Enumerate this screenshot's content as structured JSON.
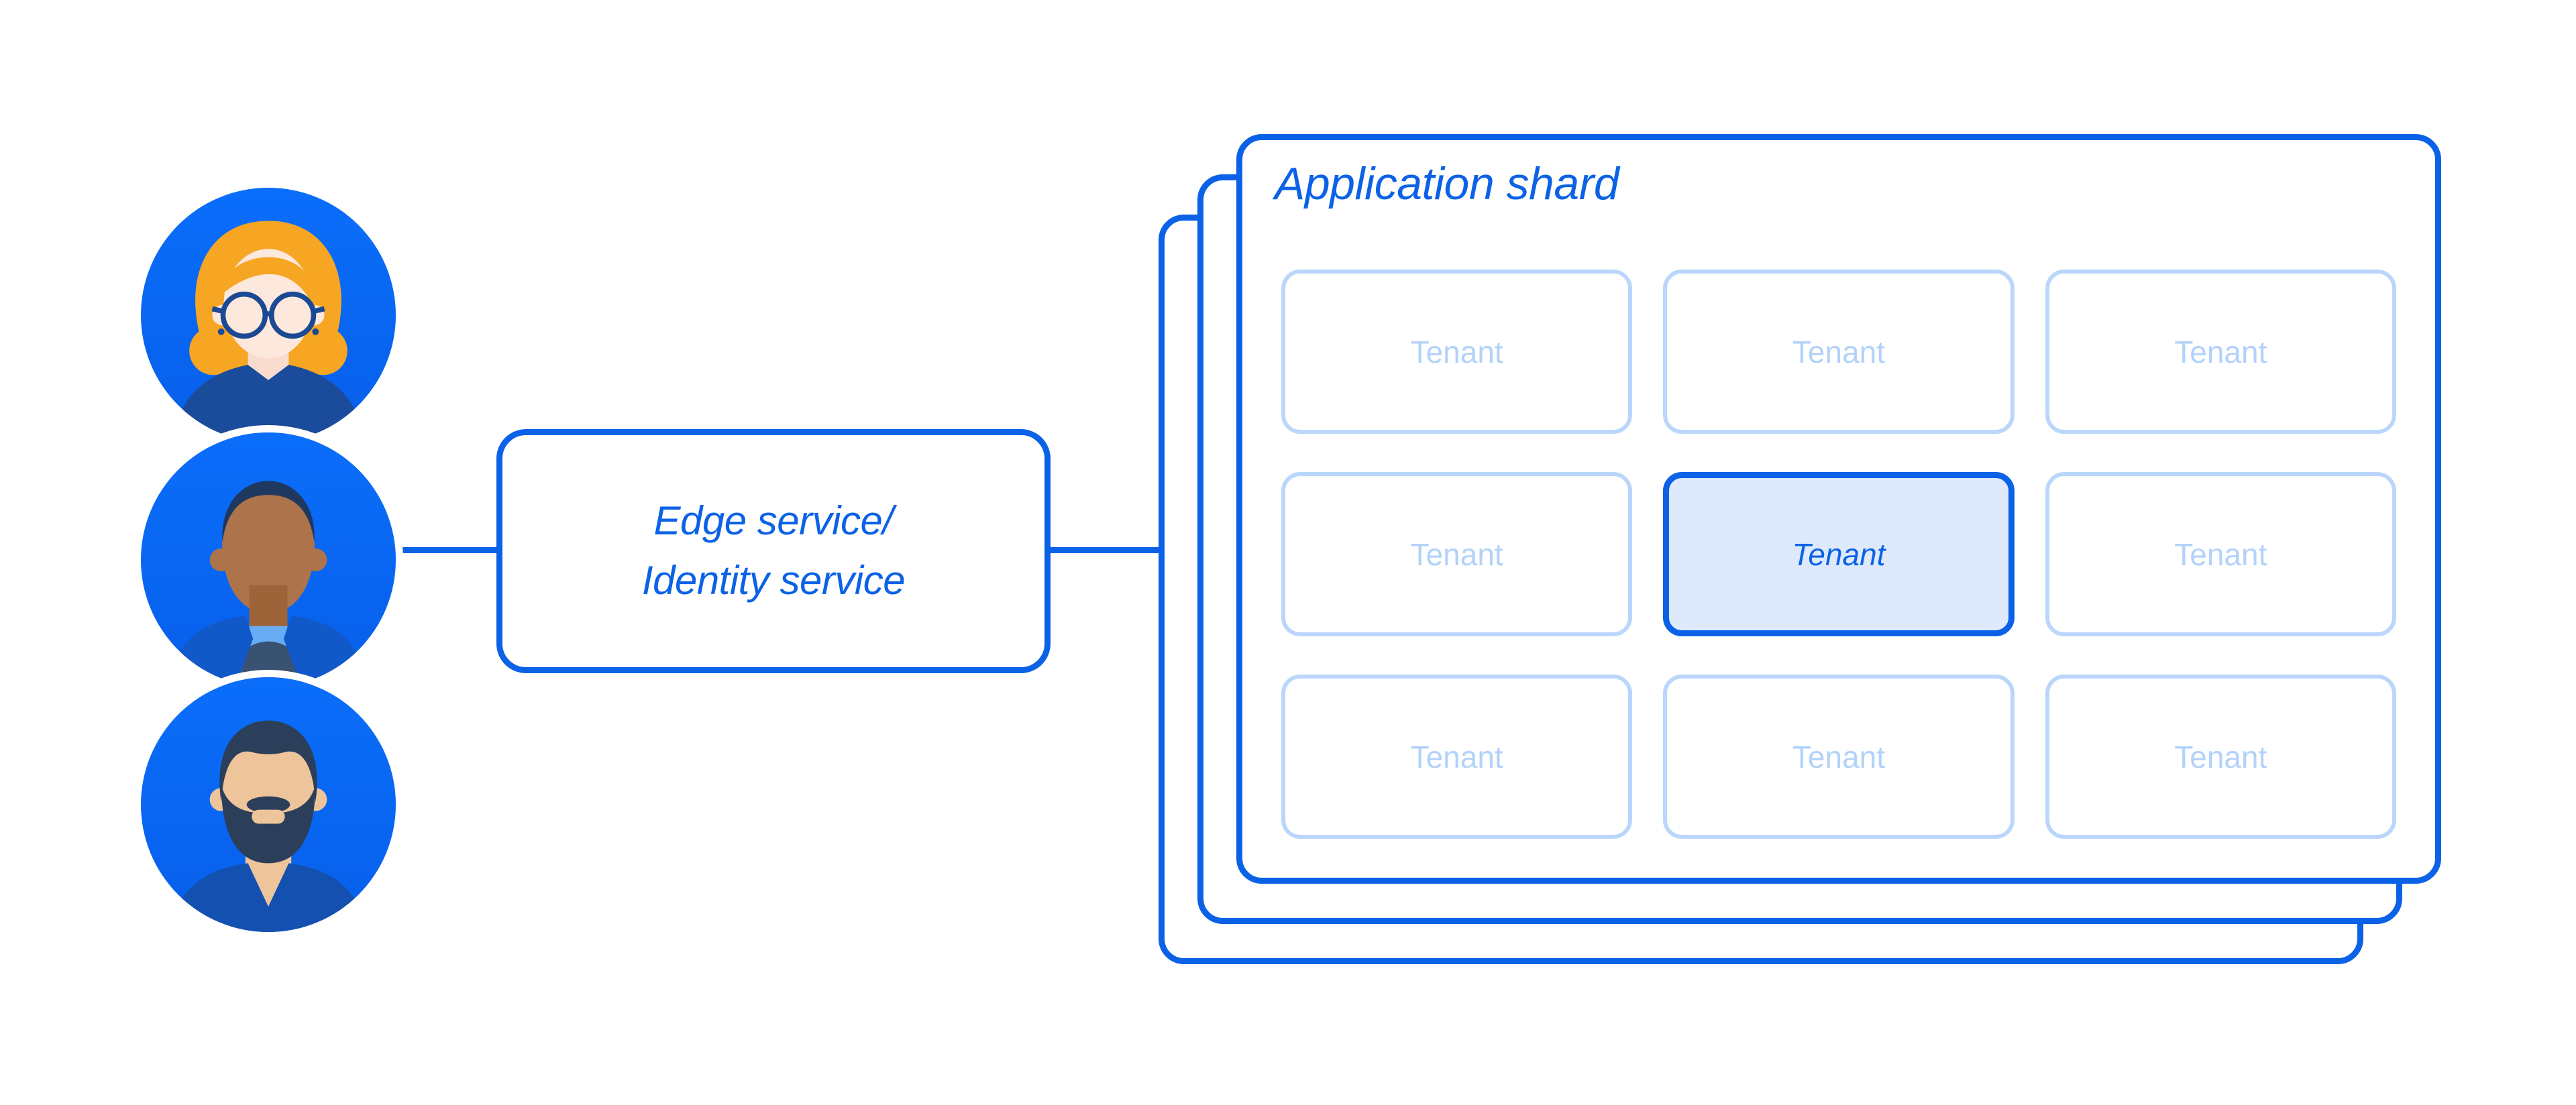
{
  "diagram": {
    "users": [
      {
        "icon": "woman-glasses-avatar"
      },
      {
        "icon": "bald-man-avatar"
      },
      {
        "icon": "bearded-man-avatar"
      }
    ],
    "edge_service": {
      "line1": "Edge service/",
      "line2": "Identity service"
    },
    "application_shard": {
      "title": "Application shard",
      "stack_count": 3,
      "tenants": [
        {
          "label": "Tenant",
          "highlighted": false
        },
        {
          "label": "Tenant",
          "highlighted": false
        },
        {
          "label": "Tenant",
          "highlighted": false
        },
        {
          "label": "Tenant",
          "highlighted": false
        },
        {
          "label": "Tenant",
          "highlighted": true
        },
        {
          "label": "Tenant",
          "highlighted": false
        },
        {
          "label": "Tenant",
          "highlighted": false
        },
        {
          "label": "Tenant",
          "highlighted": false
        },
        {
          "label": "Tenant",
          "highlighted": false
        }
      ]
    },
    "colors": {
      "accent_blue": "#0C62E6",
      "avatar_circle_blue": "#0A6EFA",
      "tenant_light_border": "#BAD7FB",
      "tenant_light_text": "#B2D2FA",
      "tenant_highlight_fill": "#DEEAFB",
      "background": "#FFFFFF"
    }
  }
}
